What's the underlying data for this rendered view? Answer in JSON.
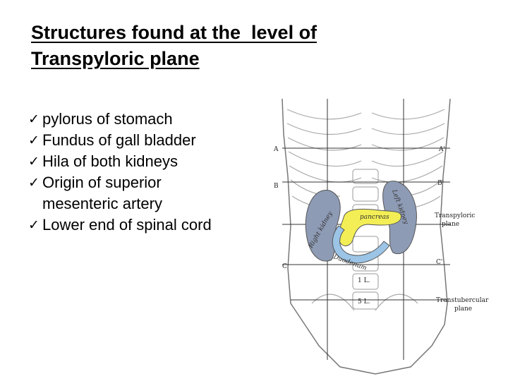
{
  "title": {
    "line1": "Structures found at the  level of",
    "line2": "Transpyloric plane"
  },
  "bullets": [
    {
      "text": "pylorus of stomach"
    },
    {
      "text": "Fundus of gall bladder"
    },
    {
      "text": "Hila of both kidneys"
    },
    {
      "text": "Origin of superior",
      "cont": "mesenteric artery"
    },
    {
      "text": "Lower end of spinal cord"
    }
  ],
  "check_glyph": "✓",
  "figure": {
    "labels": {
      "a_left": "A",
      "a_right": "A'",
      "b_left": "B",
      "b_right": "B'",
      "c_left": "C",
      "c_right": "C'",
      "transpyloric_1": "Transpyloric",
      "transpyloric_2": "plane",
      "transtubercular_1": "Transtubercular",
      "transtubercular_2": "plane",
      "right_kidney": "Right kidney",
      "left_kidney": "Left kidney",
      "pancreas": "pancreas",
      "duodenum": "Duodenum",
      "l1": "1 L.",
      "l5": "5 L."
    },
    "colors": {
      "kidney": "#8e9bb5",
      "pancreas": "#f3ee55",
      "duodenum": "#9bc4e6",
      "outline": "#555555"
    }
  }
}
